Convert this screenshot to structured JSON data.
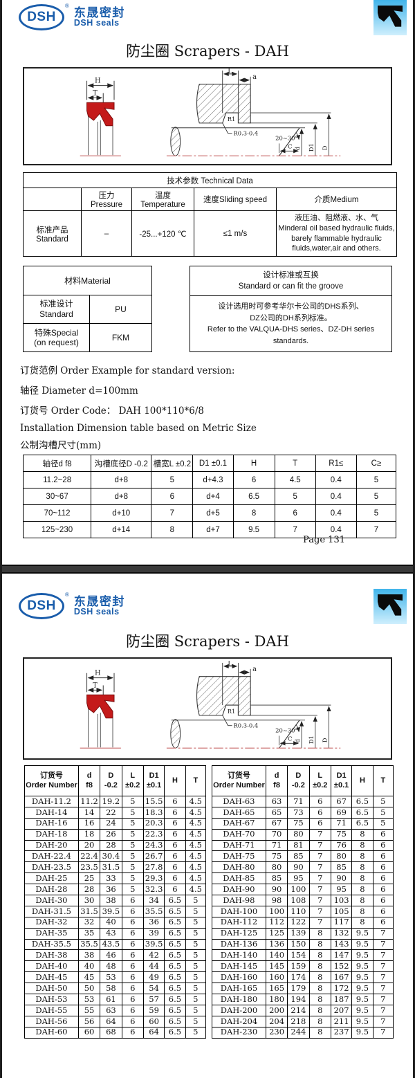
{
  "logo": {
    "dsh": "DSH",
    "reg": "®",
    "cn": "东晟密封",
    "en": "DSH seals"
  },
  "title": "防尘圈 Scrapers - DAH",
  "drawing": {
    "H": "H",
    "T": "T",
    "L": "L",
    "a": "a",
    "R1": "R1",
    "R": "R0.3-0.4",
    "angle": "20~30°",
    "C": "C",
    "d": "d",
    "D1": "D1",
    "D": "D"
  },
  "tech": {
    "title": "技术参数 Technical Data",
    "headers": [
      "",
      "压力Pressure",
      "温度Temperature",
      "速度Sliding speed",
      "介质Medium"
    ],
    "row_label": "标准产品Standard",
    "pressure": "–",
    "temperature": "-25...+120 ℃",
    "speed": "≤1 m/s",
    "medium_cn": "液压油、阻燃液、水、气",
    "medium_en": "Minderal oil based hydraulic fluids, barely flammable hydraulic fluids,water,air and others."
  },
  "material": {
    "title": "材料Material",
    "rows": [
      {
        "label1": "标准设计",
        "label2": "Standard",
        "value": "PU"
      },
      {
        "label1": "特殊Special",
        "label2": "(on request)",
        "value": "FKM"
      }
    ]
  },
  "standard_box": {
    "title_cn": "设计标准或互换",
    "title_en": "Standard or can fit the groove",
    "body_cn1": "设计选用时可参考华尔卡公司的DHS系列、",
    "body_cn2": "DZ公司的DH系列标准。",
    "body_en": "Refer to the VALQUA-DHS series、DZ-DH series standards."
  },
  "order_example": {
    "line1": "订货范例  Order Example for standard version:",
    "line2": "轴径  Diameter  d=100mm",
    "line3": "订货号 Order Code：  DAH 100*110*6/8"
  },
  "install": {
    "title_en": "Installation Dimension table based on Metric Size",
    "title_cn": "公制沟槽尺寸(mm)",
    "headers": [
      "轴径d  f8",
      "沟槽底径D  -0.2",
      "槽宽L  ±0.2",
      "D1  ±0.1",
      "H",
      "T",
      "R1≤",
      "C≥"
    ],
    "rows": [
      [
        "11.2~28",
        "d+8",
        "5",
        "d+4.3",
        "6",
        "4.5",
        "0.4",
        "5"
      ],
      [
        "30~67",
        "d+8",
        "6",
        "d+4",
        "6.5",
        "5",
        "0.4",
        "5"
      ],
      [
        "70~112",
        "d+10",
        "7",
        "d+5",
        "8",
        "6",
        "0.4",
        "5"
      ],
      [
        "125~230",
        "d+14",
        "8",
        "d+7",
        "9.5",
        "7",
        "0.4",
        "7"
      ]
    ]
  },
  "page1_footer": "Page  131",
  "order_table": {
    "headers": {
      "col1a": "订货号",
      "col1b": "Order Number",
      "col2a": "d",
      "col2b": "f8",
      "col3a": "D",
      "col3b": "-0.2",
      "col4a": "L",
      "col4b": "±0.2",
      "col5a": "D1",
      "col5b": "±0.1",
      "col6": "H",
      "col7": "T"
    },
    "left_rows": [
      [
        "DAH-11.2",
        "11.2",
        "19.2",
        "5",
        "15.5",
        "6",
        "4.5"
      ],
      [
        "DAH-14",
        "14",
        "22",
        "5",
        "18.3",
        "6",
        "4.5"
      ],
      [
        "DAH-16",
        "16",
        "24",
        "5",
        "20.3",
        "6",
        "4.5"
      ],
      [
        "DAH-18",
        "18",
        "26",
        "5",
        "22.3",
        "6",
        "4.5"
      ],
      [
        "DAH-20",
        "20",
        "28",
        "5",
        "24.3",
        "6",
        "4.5"
      ],
      [
        "DAH-22.4",
        "22.4",
        "30.4",
        "5",
        "26.7",
        "6",
        "4.5"
      ],
      [
        "DAH-23.5",
        "23.5",
        "31.5",
        "5",
        "27.8",
        "6",
        "4.5"
      ],
      [
        "DAH-25",
        "25",
        "33",
        "5",
        "29.3",
        "6",
        "4.5"
      ],
      [
        "DAH-28",
        "28",
        "36",
        "5",
        "32.3",
        "6",
        "4.5"
      ],
      [
        "DAH-30",
        "30",
        "38",
        "6",
        "34",
        "6.5",
        "5"
      ],
      [
        "DAH-31.5",
        "31.5",
        "39.5",
        "6",
        "35.5",
        "6.5",
        "5"
      ],
      [
        "DAH-32",
        "32",
        "40",
        "6",
        "36",
        "6.5",
        "5"
      ],
      [
        "DAH-35",
        "35",
        "43",
        "6",
        "39",
        "6.5",
        "5"
      ],
      [
        "DAH-35.5",
        "35.5",
        "43.5",
        "6",
        "39.5",
        "6.5",
        "5"
      ],
      [
        "DAH-38",
        "38",
        "46",
        "6",
        "42",
        "6.5",
        "5"
      ],
      [
        "DAH-40",
        "40",
        "48",
        "6",
        "44",
        "6.5",
        "5"
      ],
      [
        "DAH-45",
        "45",
        "53",
        "6",
        "49",
        "6.5",
        "5"
      ],
      [
        "DAH-50",
        "50",
        "58",
        "6",
        "54",
        "6.5",
        "5"
      ],
      [
        "DAH-53",
        "53",
        "61",
        "6",
        "57",
        "6.5",
        "5"
      ],
      [
        "DAH-55",
        "55",
        "63",
        "6",
        "59",
        "6.5",
        "5"
      ],
      [
        "DAH-56",
        "56",
        "64",
        "6",
        "60",
        "6.5",
        "5"
      ],
      [
        "DAH-60",
        "60",
        "68",
        "6",
        "64",
        "6.5",
        "5"
      ]
    ],
    "right_rows": [
      [
        "DAH-63",
        "63",
        "71",
        "6",
        "67",
        "6.5",
        "5"
      ],
      [
        "DAH-65",
        "65",
        "73",
        "6",
        "69",
        "6.5",
        "5"
      ],
      [
        "DAH-67",
        "67",
        "75",
        "6",
        "71",
        "6.5",
        "5"
      ],
      [
        "DAH-70",
        "70",
        "80",
        "7",
        "75",
        "8",
        "6"
      ],
      [
        "DAH-71",
        "71",
        "81",
        "7",
        "76",
        "8",
        "6"
      ],
      [
        "DAH-75",
        "75",
        "85",
        "7",
        "80",
        "8",
        "6"
      ],
      [
        "DAH-80",
        "80",
        "90",
        "7",
        "85",
        "8",
        "6"
      ],
      [
        "DAH-85",
        "85",
        "95",
        "7",
        "90",
        "8",
        "6"
      ],
      [
        "DAH-90",
        "90",
        "100",
        "7",
        "95",
        "8",
        "6"
      ],
      [
        "DAH-98",
        "98",
        "108",
        "7",
        "103",
        "8",
        "6"
      ],
      [
        "DAH-100",
        "100",
        "110",
        "7",
        "105",
        "8",
        "6"
      ],
      [
        "DAH-112",
        "112",
        "122",
        "7",
        "117",
        "8",
        "6"
      ],
      [
        "DAH-125",
        "125",
        "139",
        "8",
        "132",
        "9.5",
        "7"
      ],
      [
        "DAH-136",
        "136",
        "150",
        "8",
        "143",
        "9.5",
        "7"
      ],
      [
        "DAH-140",
        "140",
        "154",
        "8",
        "147",
        "9.5",
        "7"
      ],
      [
        "DAH-145",
        "145",
        "159",
        "8",
        "152",
        "9.5",
        "7"
      ],
      [
        "DAH-160",
        "160",
        "174",
        "8",
        "167",
        "9.5",
        "7"
      ],
      [
        "DAH-165",
        "165",
        "179",
        "8",
        "172",
        "9.5",
        "7"
      ],
      [
        "DAH-180",
        "180",
        "194",
        "8",
        "187",
        "9.5",
        "7"
      ],
      [
        "DAH-200",
        "200",
        "214",
        "8",
        "207",
        "9.5",
        "7"
      ],
      [
        "DAH-204",
        "204",
        "218",
        "8",
        "211",
        "9.5",
        "7"
      ],
      [
        "DAH-230",
        "230",
        "244",
        "8",
        "237",
        "9.5",
        "7"
      ]
    ]
  },
  "colors": {
    "brand_blue": "#1a5dab",
    "seal_red": "#c41a1a",
    "icon_blue_top": "#41b4ea",
    "icon_blue_bottom": "#cfeffd"
  }
}
